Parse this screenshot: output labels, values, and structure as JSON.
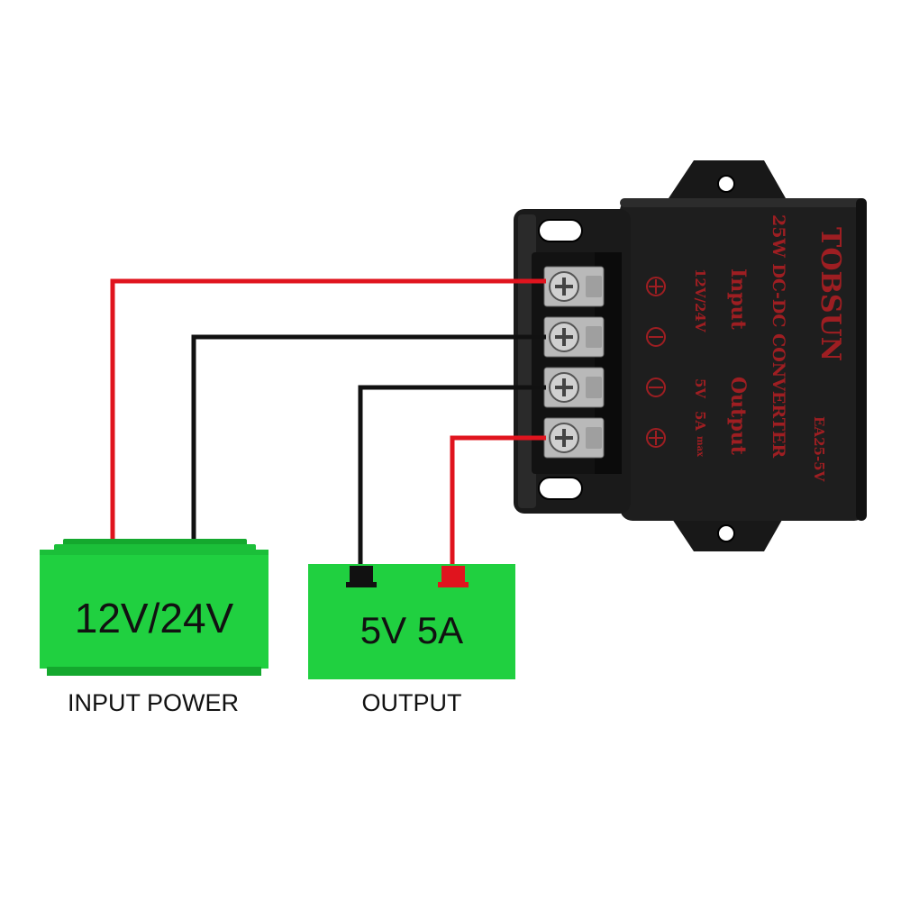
{
  "input_power": {
    "voltage_label": "12V/24V",
    "caption": "INPUT POWER"
  },
  "output": {
    "value_label": "5V 5A",
    "caption": "OUTPUT"
  },
  "converter": {
    "brand": "TOBSUN",
    "model": "EA25-5V",
    "description": "25W DC-DC CONVERTER",
    "input_heading": "Input",
    "input_voltage": "12V/24V",
    "output_heading": "Output",
    "output_voltage": "5V",
    "output_current": "5A",
    "output_current_suffix": "max"
  },
  "colors": {
    "box_green": "#20d040",
    "box_green_dark": "#14a82e",
    "wire_red": "#e0141e",
    "wire_black": "#111111",
    "housing": "#1c1c1c",
    "label_red": "#9e1e22",
    "terminal_metal": "#c8c8c8"
  },
  "symbols": {
    "plus": "⊕",
    "minus": "⊖"
  },
  "icons": {
    "screw": "screw-terminal-icon",
    "mount_hole": "mounting-hole-icon"
  }
}
